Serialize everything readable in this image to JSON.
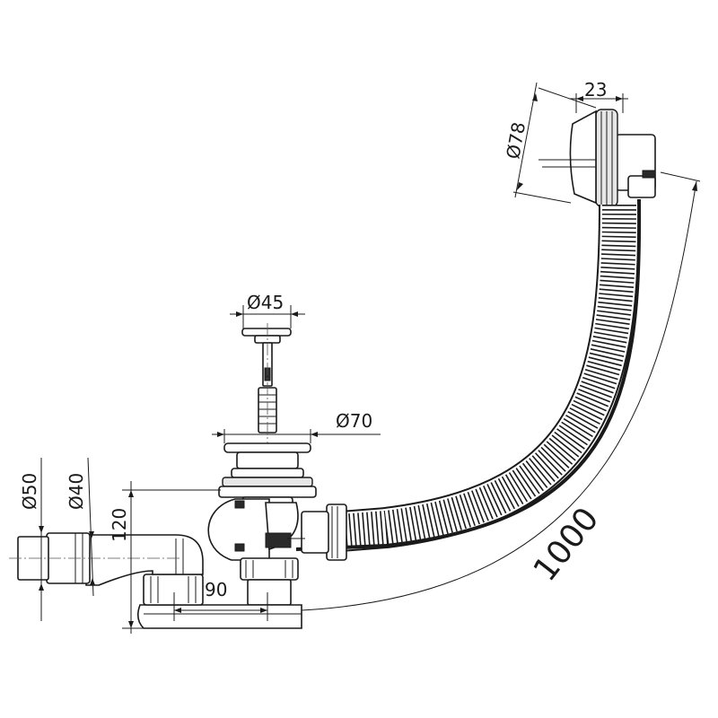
{
  "dimensions": {
    "overflow_width": "23",
    "overflow_diameter": "Ø78",
    "plug_diameter": "Ø45",
    "drain_diameter": "Ø70",
    "outlet_outer_diameter": "Ø50",
    "outlet_inner_diameter": "Ø40",
    "trap_height": "120",
    "trap_offset": "90",
    "hose_length": "1000"
  },
  "colors": {
    "line": "#1a1a1a",
    "background": "#ffffff"
  }
}
